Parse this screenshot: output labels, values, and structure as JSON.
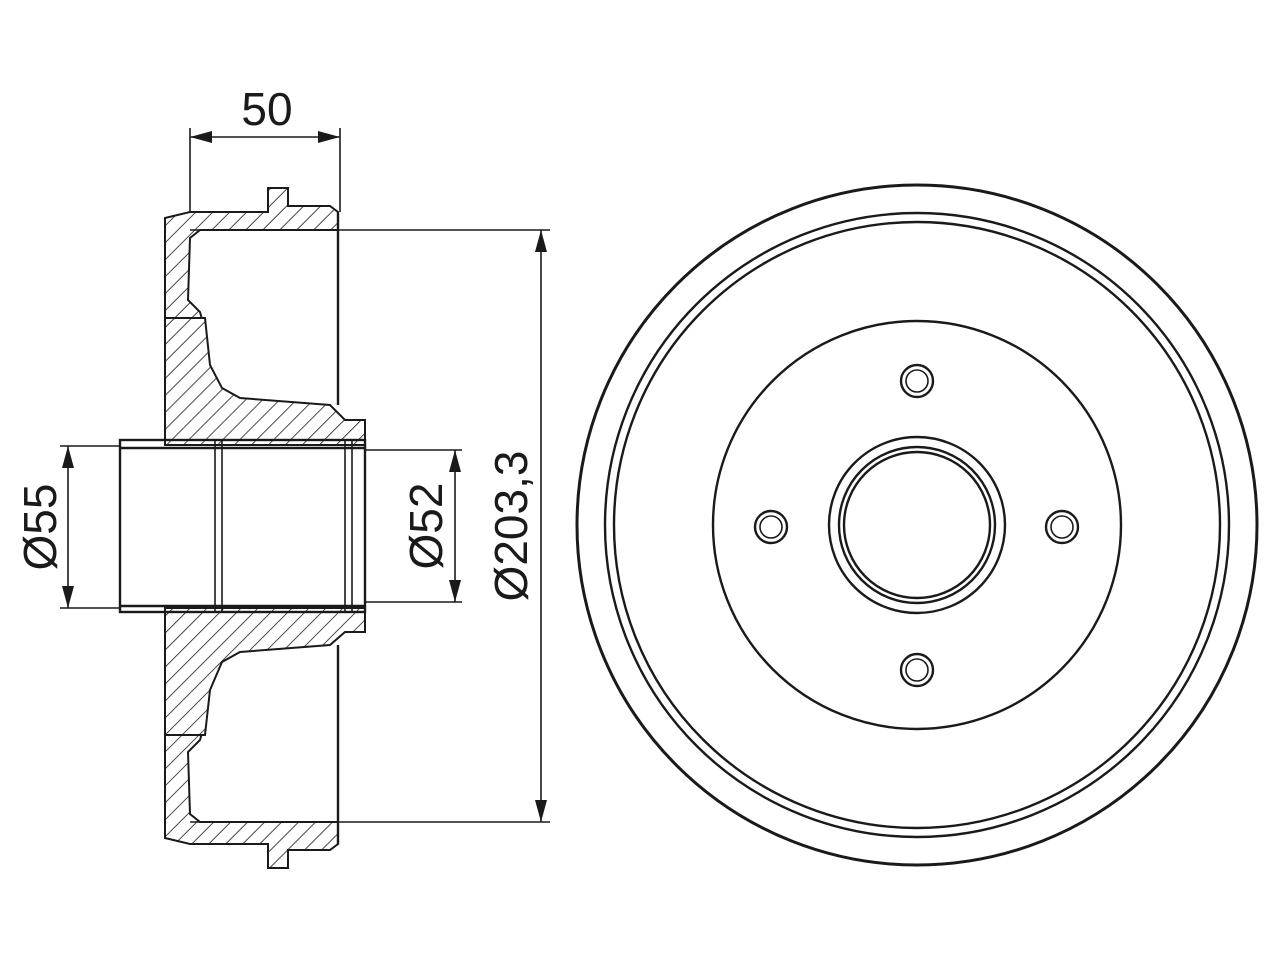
{
  "dimensions": {
    "width": "50",
    "hub_diameter_outer": "Ø55",
    "hub_diameter_inner": "Ø52",
    "drum_diameter": "Ø203,3"
  },
  "colors": {
    "line": "#1a1a1a",
    "background": "#ffffff"
  }
}
